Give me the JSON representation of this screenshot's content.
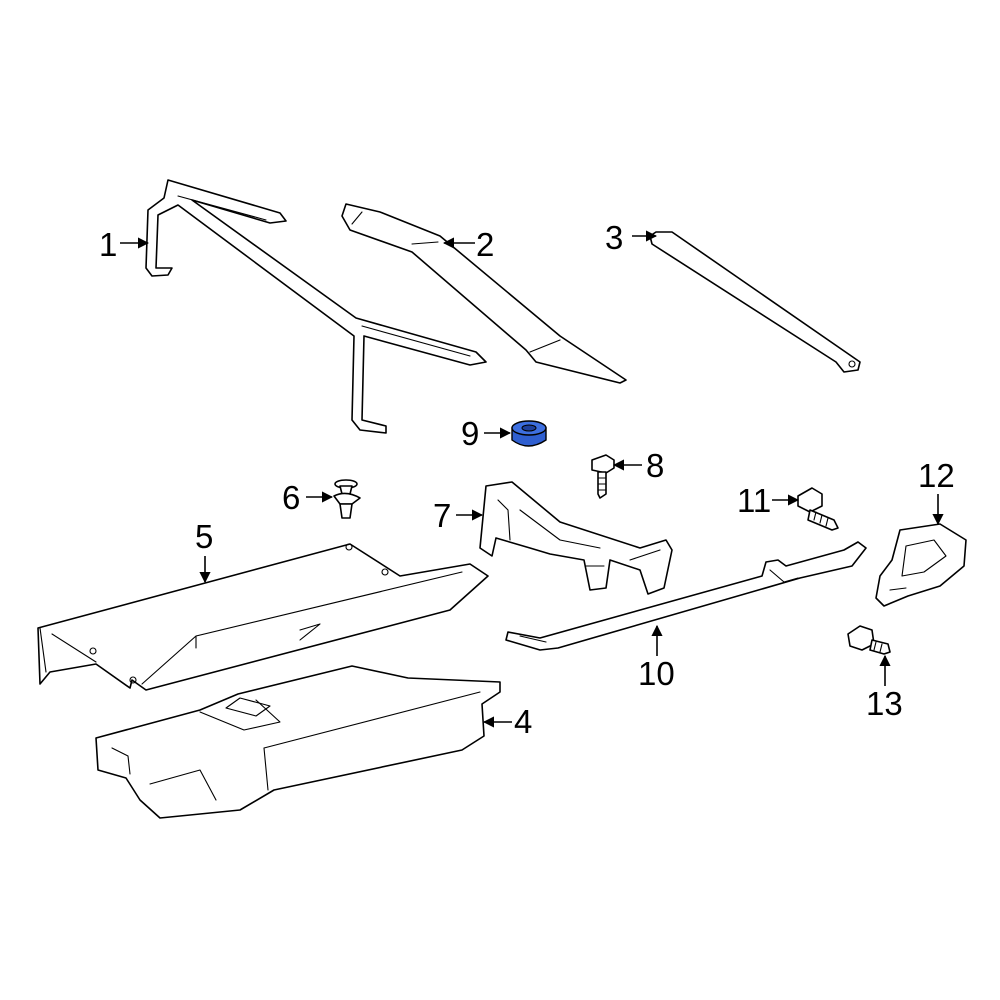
{
  "diagram": {
    "highlight_color": "#2f5fd0",
    "highlight_part": "9",
    "callouts": [
      {
        "id": "1",
        "label": "1"
      },
      {
        "id": "2",
        "label": "2"
      },
      {
        "id": "3",
        "label": "3"
      },
      {
        "id": "4",
        "label": "4"
      },
      {
        "id": "5",
        "label": "5"
      },
      {
        "id": "6",
        "label": "6"
      },
      {
        "id": "7",
        "label": "7"
      },
      {
        "id": "8",
        "label": "8"
      },
      {
        "id": "9",
        "label": "9"
      },
      {
        "id": "10",
        "label": "10"
      },
      {
        "id": "11",
        "label": "11"
      },
      {
        "id": "12",
        "label": "12"
      },
      {
        "id": "13",
        "label": "13"
      }
    ]
  }
}
